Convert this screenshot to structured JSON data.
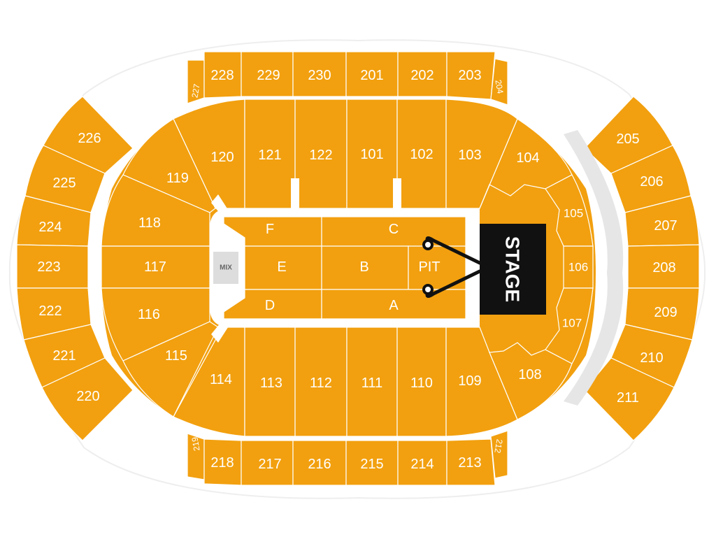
{
  "colors": {
    "section": "#f2a00f",
    "background": "#ffffff",
    "outline": "#eeeeee",
    "stage": "#111111",
    "mix": "#dddddd",
    "wing": "#e6e6e6"
  },
  "stage": {
    "label": "STAGE"
  },
  "mix": {
    "label": "MIX"
  },
  "floor": {
    "F": "F",
    "C": "C",
    "E": "E",
    "B": "B",
    "PIT": "PIT",
    "D": "D",
    "A": "A"
  },
  "upper_top": [
    "227",
    "228",
    "229",
    "230",
    "201",
    "202",
    "203",
    "204"
  ],
  "upper_bottom": [
    "219",
    "218",
    "217",
    "216",
    "215",
    "214",
    "213",
    "212"
  ],
  "upper_left": [
    "226",
    "225",
    "224",
    "223",
    "222",
    "221",
    "220"
  ],
  "upper_right": [
    "205",
    "206",
    "207",
    "208",
    "209",
    "210",
    "211"
  ],
  "lower_top": [
    "120",
    "121",
    "122",
    "101",
    "102",
    "103",
    "104"
  ],
  "lower_bottom": [
    "114",
    "113",
    "112",
    "111",
    "110",
    "109",
    "108"
  ],
  "lower_left": [
    "119",
    "118",
    "117",
    "116",
    "115"
  ],
  "lower_right": [
    "105",
    "106",
    "107"
  ]
}
